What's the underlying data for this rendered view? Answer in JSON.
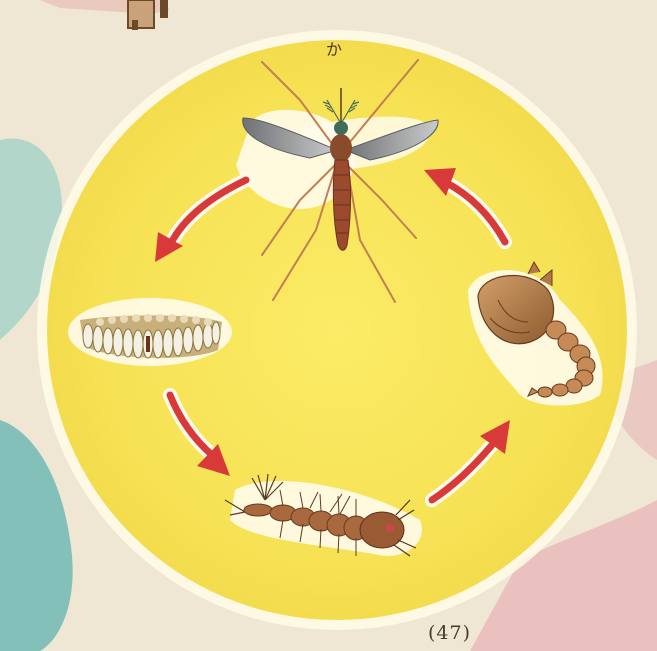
{
  "illustration": {
    "title": "か",
    "page_number": "(47)",
    "stages": [
      "mosquito",
      "egg-raft",
      "larva",
      "pupa"
    ],
    "colors": {
      "background_paper": "#efe6d3",
      "yellow_circle": "#f7e45a",
      "arrow_red": "#d83a3a",
      "mosquito_body": "#9c4a2e",
      "larva_body": "#a8693e",
      "pupa_body": "#b27a46",
      "egg_white": "#f4f0e2"
    }
  }
}
